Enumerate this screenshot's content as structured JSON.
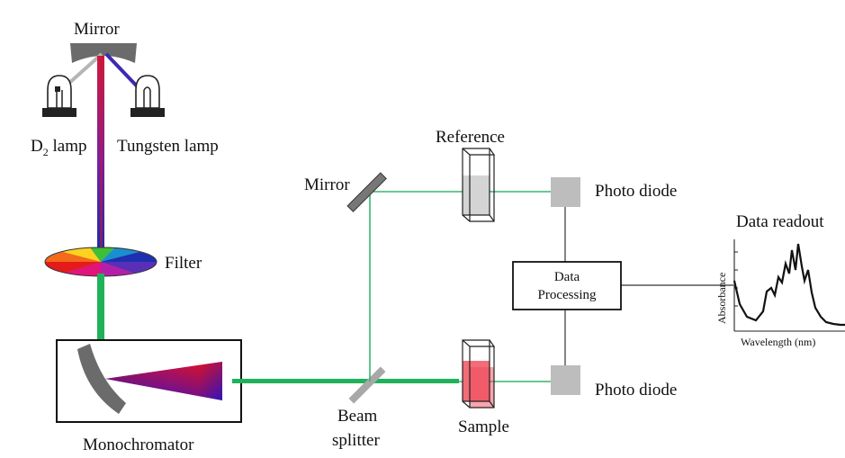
{
  "labels": {
    "top_mirror": "Mirror",
    "d2_lamp_prefix": "D",
    "d2_lamp_sub": "2",
    "d2_lamp_suffix": " lamp",
    "tungsten_lamp": "Tungsten lamp",
    "filter": "Filter",
    "monochromator": "Monochromator",
    "beam_splitter_line1": "Beam",
    "beam_splitter_line2": "splitter",
    "mirror2": "Mirror",
    "reference": "Reference",
    "sample": "Sample",
    "photo_diode_top": "Photo diode",
    "photo_diode_bottom": "Photo diode",
    "data_processing_line1": "Data",
    "data_processing_line2": "Processing",
    "data_readout": "Data readout"
  },
  "readout_chart": {
    "ylabel": "Absorbance",
    "xlabel": "Wavelength (nm)"
  },
  "colors": {
    "beam_green": "#1fb25a",
    "thin_green": "#3cb371",
    "lamp_gray": "#7a7a7a",
    "component_gray": "#bdbdbd",
    "sample_red": "#f26d78",
    "dark_gray": "#555555"
  }
}
